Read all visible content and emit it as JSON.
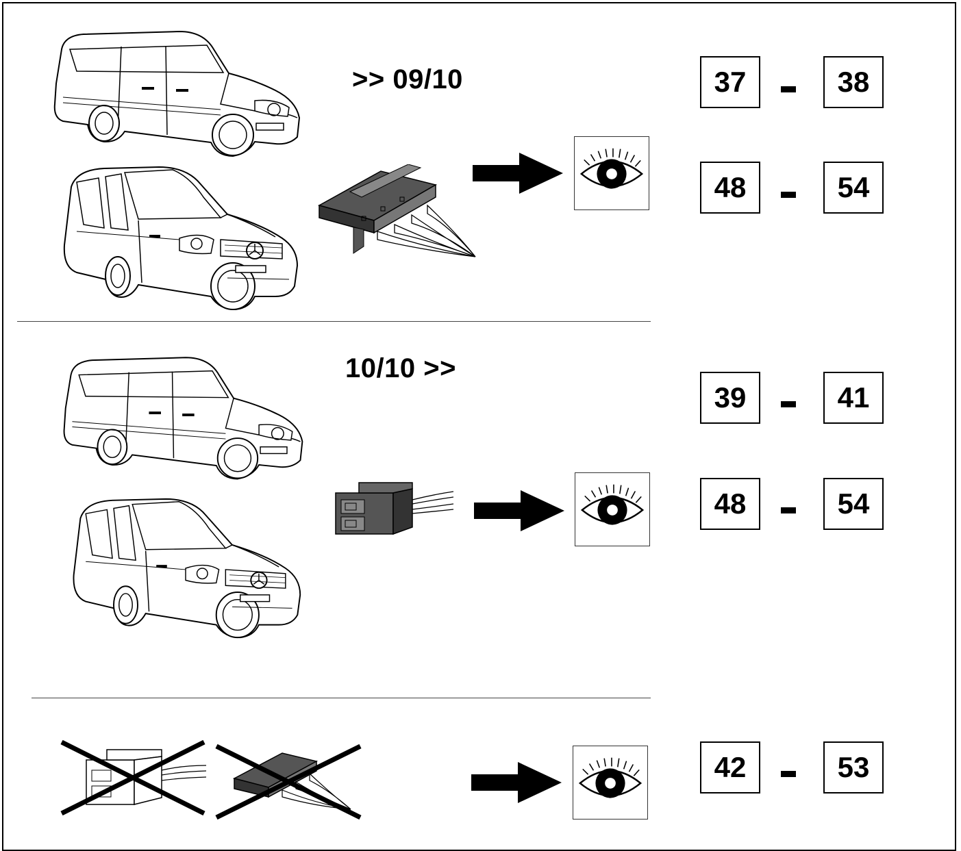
{
  "sections": [
    {
      "date_label": ">> 09/10",
      "ranges": [
        {
          "from": "37",
          "to": "38"
        },
        {
          "from": "48",
          "to": "54"
        }
      ]
    },
    {
      "date_label": "10/10 >>",
      "ranges": [
        {
          "from": "39",
          "to": "41"
        },
        {
          "from": "48",
          "to": "54"
        }
      ]
    },
    {
      "date_label": "",
      "ranges": [
        {
          "from": "42",
          "to": "53"
        }
      ]
    }
  ],
  "icons": {
    "arrow": "right-arrow-icon",
    "eye": "eye-icon",
    "van_compact": "van-illustration",
    "van_long": "van-illustration",
    "connector_old": "connector-flat-illustration",
    "connector_new": "connector-block-illustration",
    "not_applicable": "crossed-out-icon"
  }
}
